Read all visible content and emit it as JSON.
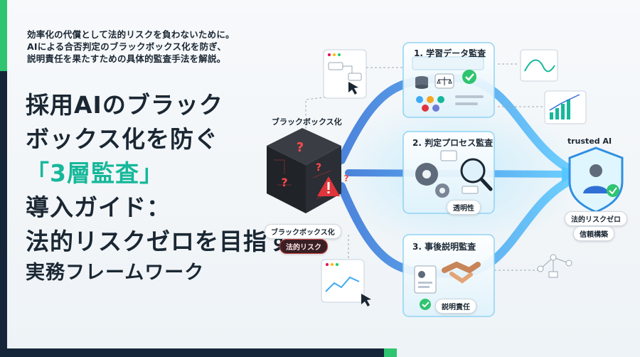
{
  "lead": {
    "line1": "効率化の代償として法的リスクを負わないために。",
    "line2": "AIによる合否判定のブラックボックス化を防ぎ、",
    "line3": "説明責任を果たすための具体的監査手法を解説。"
  },
  "title": {
    "line1": "採用AIのブラック",
    "line2": "ボックス化を防ぐ",
    "line3": "「3層監査」",
    "line4": "導入ガイド：",
    "line5": "法的リスクゼロを目指す",
    "line6": "実務フレームワーク"
  },
  "blackbox": {
    "caption_top": "ブラックボックス化",
    "pill_1": "ブラックボックス化",
    "pill_2": "法的リスク"
  },
  "audits": {
    "layer1": "1. 学習データ監査",
    "layer2": "2. 判定プロセス監査",
    "layer3": "3. 事後説明監査",
    "tag2": "透明性",
    "tag3": "説明責任"
  },
  "result": {
    "heading": "trusted AI",
    "pill_1": "法的リスクゼロ",
    "pill_2": "信頼構築"
  },
  "colors": {
    "accent_green": "#16b89a",
    "navy": "#15263a",
    "flow_blue": "#3fa9f5",
    "warn_red": "#e0353b"
  }
}
